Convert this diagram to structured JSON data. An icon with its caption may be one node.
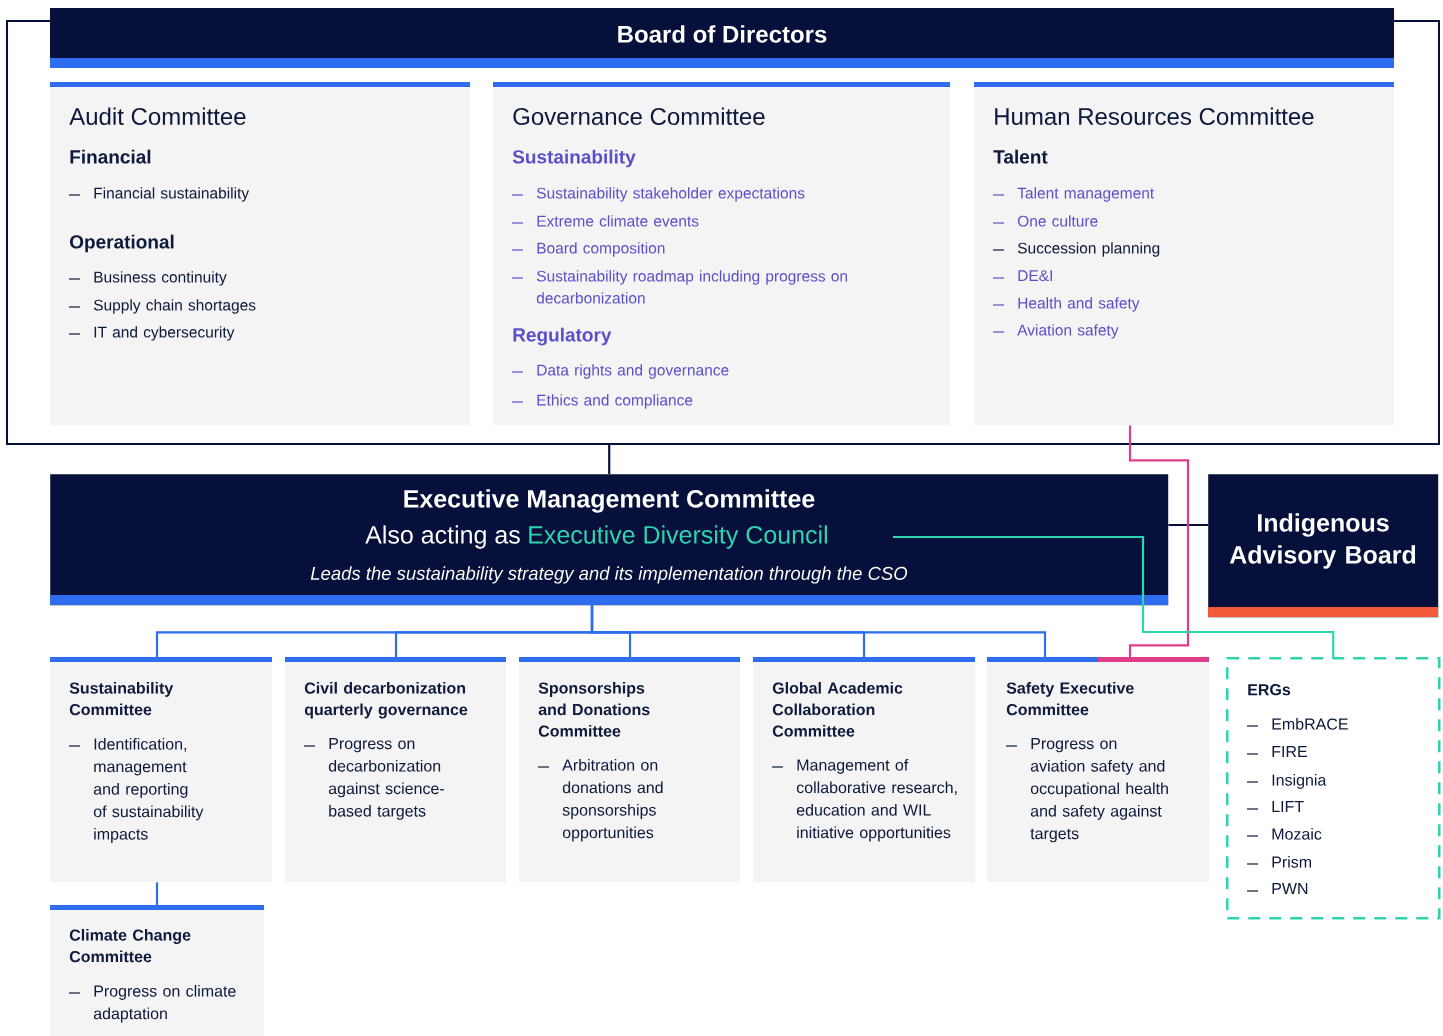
{
  "diagram": {
    "nodes": [
      {
        "text": [
          "Board of Directors"
        ]
      },
      {
        "text": [
          "Audit Committee",
          "Financial",
          "Financial sustainability",
          "Operational",
          "Business continuity",
          "Supply chain shortages",
          "IT and cybersecurity"
        ],
        "in": 0
      },
      {
        "text": [
          "Governance Committee",
          "Sustainability",
          "Sustainability stakeholder expectations",
          "Extreme climate events",
          "Board composition",
          "Sustainability roadmap including progress on decarbonization",
          "Regulatory",
          "Data rights and governance",
          "Ethics and compliance"
        ],
        "in": 0
      },
      {
        "text": [
          "Human Resources Committee",
          "Talent",
          "Talent management",
          "One culture",
          "Succession planning",
          "DE&I",
          "Health and safety",
          "Aviation safety"
        ],
        "in": 0
      },
      {
        "text": [
          "Executive Management Committee",
          "Also acting as",
          "Executive Diversity Council",
          "Leads the sustainability strategy and its implementation through the CSO"
        ]
      },
      {
        "text": [
          "Indigenous Advisory Board"
        ]
      },
      {
        "text": [
          "Sustainability Committee",
          "Identification, management and reporting of sustainability impacts"
        ]
      },
      {
        "text": [
          "Civil decarbonization quarterly governance",
          "Progress on decarbonization against science-based targets"
        ]
      },
      {
        "text": [
          "Sponsorships and Donations Committee",
          "Arbitration on donations and sponsorships opportunities"
        ]
      },
      {
        "text": [
          "Global Academic Collaboration Committee",
          "Management of collaborative research, education and WIL initiative opportunities"
        ]
      },
      {
        "text": [
          "Safety Executive Committee",
          "Progress on aviation safety and occupational health and safety against targets"
        ]
      },
      {
        "text": [
          "ERGs",
          "EmbRACE",
          "FIRE",
          "Insignia",
          "LIFT",
          "Mozaic",
          "Prism",
          "PWN"
        ]
      },
      {
        "text": [
          "Climate Change Committee",
          "Progress on climate adaptation"
        ]
      }
    ],
    "edges": [
      {
        "from": 0,
        "to": 4,
        "arrow": "none",
        "color": "#06103b"
      },
      {
        "from": 4,
        "to": 5,
        "arrow": "none",
        "color": "#06103b"
      },
      {
        "from": 4,
        "to": 6,
        "arrow": "none"
      },
      {
        "from": 4,
        "to": 7,
        "arrow": "none"
      },
      {
        "from": 4,
        "to": 8,
        "arrow": "none"
      },
      {
        "from": 4,
        "to": 9,
        "arrow": "none"
      },
      {
        "from": 4,
        "to": 10,
        "arrow": "none"
      },
      {
        "from": 6,
        "to": 12,
        "arrow": "none"
      },
      {
        "from": 3,
        "to": 10,
        "arrow": "none",
        "color": "#e03c8a"
      },
      {
        "from": 4,
        "to": 11,
        "arrow": "none",
        "color": "#2ed3b0"
      }
    ]
  }
}
